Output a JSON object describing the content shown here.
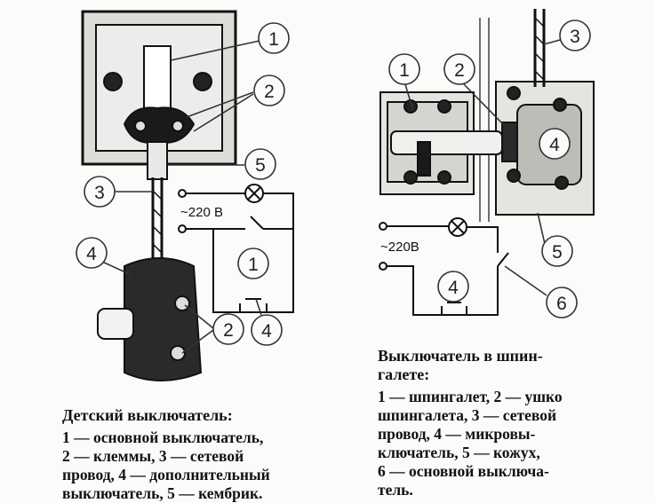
{
  "left_figure": {
    "callouts": [
      "1",
      "2",
      "3",
      "5",
      "4",
      "2",
      "1",
      "4"
    ],
    "voltage_label": "~220 В"
  },
  "right_figure": {
    "callouts": [
      "1",
      "2",
      "3",
      "4",
      "5",
      "6",
      "4"
    ],
    "voltage_label": "~220В"
  },
  "left_caption": {
    "title": "Детский выключатель:",
    "lines": [
      "1 — основной выключатель,",
      "2 — клеммы, 3 — сетевой",
      "провод, 4 — дополнительный",
      "выключатель, 5 — кембрик."
    ]
  },
  "right_caption": {
    "title_line1": "Выключатель в шпин-",
    "title_line2": "галете:",
    "lines": [
      "1 — шпингалет, 2 — ушко",
      "шпингалета, 3 — сетевой",
      "провод, 4 — микровы-",
      "ключатель, 5 — кожух,",
      "6 — основной выключа-",
      "тель."
    ]
  },
  "colors": {
    "ink": "#111111",
    "paper": "#fbfbf9",
    "panel": "#e4e4e0"
  }
}
